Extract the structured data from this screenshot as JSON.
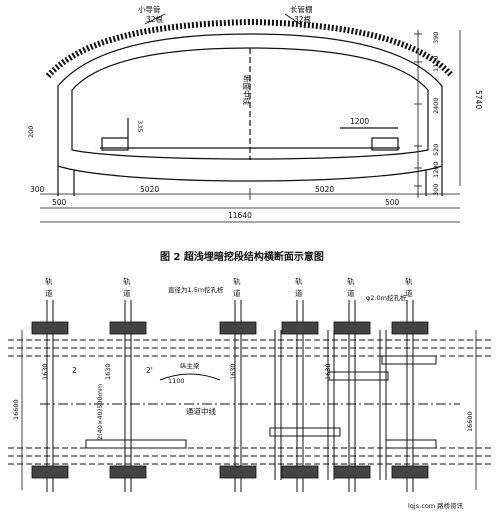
{
  "top_section": {
    "small_pipe_label": "小导管",
    "small_pipe_count": "32根",
    "long_pipe_label": "长管棚",
    "long_pipe_count": "32根",
    "center_label": "断面中线",
    "dim_1200": "1200",
    "dim_335": "335",
    "dim_200": "200",
    "left_300": "300",
    "left_500": "500",
    "right_500": "500",
    "span_left": "5020",
    "span_right": "5020",
    "total_width": "11640",
    "right_dims": [
      "390",
      "1120",
      "2400",
      "520",
      "1200",
      "300"
    ],
    "height_total": "5740"
  },
  "caption": "图 2  超浅埋暗挖段结构横断面示意图",
  "bottom_section": {
    "track_label": "轨道",
    "note_left": "直径为1.5m挖孔桩",
    "note_right": "φ2.0m挖孔桩",
    "center_line": "通道中线",
    "label_2": "2",
    "label_2prime": "2'",
    "label_beam": "纵主梁",
    "dim_1100": "1100",
    "dim_1630a": "1630",
    "dim_1630b": "1630",
    "dim_1630c": "1630",
    "dim_1630d": "1630",
    "dim_16600_left": "16600",
    "dim_16600_right": "16600",
    "dim_detail": "2(40×40)500mm"
  },
  "watermark": "lqjs.com 路桥资讯"
}
